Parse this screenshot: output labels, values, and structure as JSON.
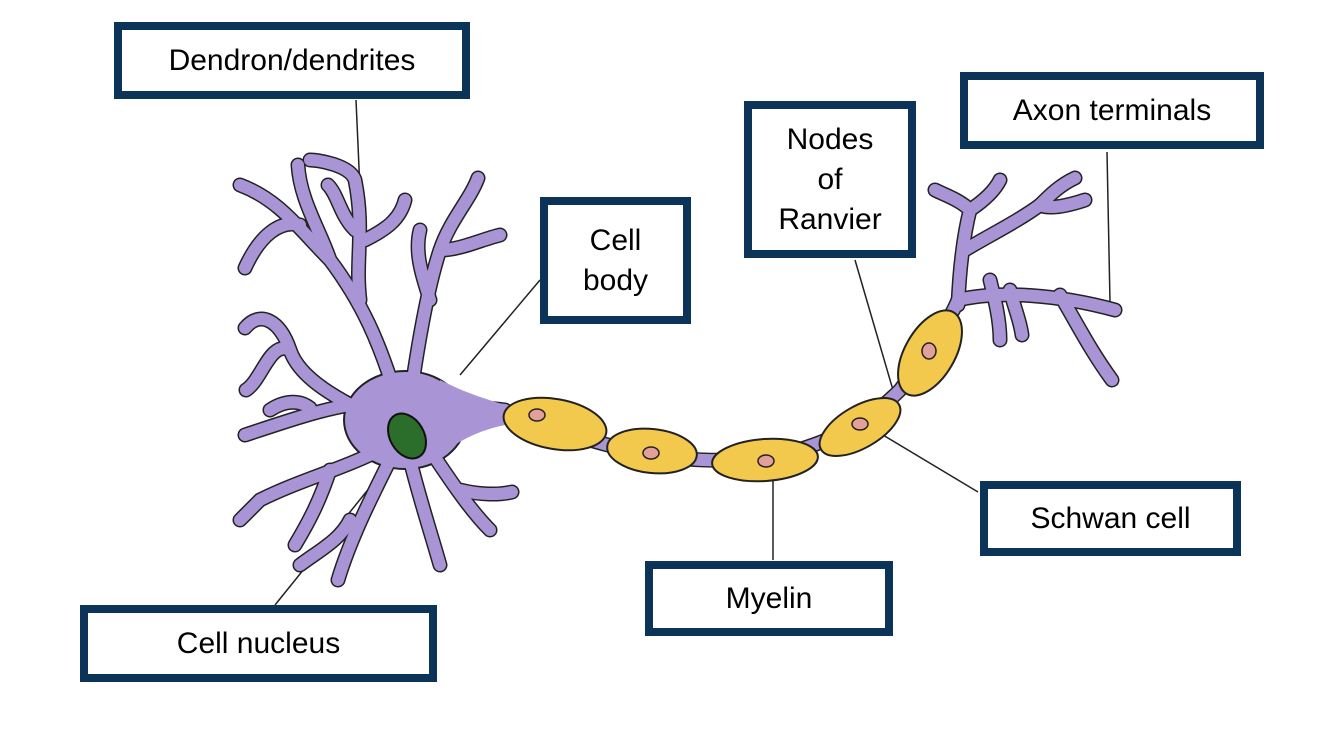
{
  "labels": {
    "dendrites": "Dendron/dendrites",
    "cell_body": "Cell\nbody",
    "nodes_of_ranvier": "Nodes\nof\nRanvier",
    "axon_terminals": "Axon terminals",
    "schwan_cell": "Schwan cell",
    "myelin": "Myelin",
    "cell_nucleus": "Cell nucleus"
  },
  "colors": {
    "label_border": "#0c3358",
    "neuron": "#a994d6",
    "myelin": "#f2c94c",
    "schwann_nucleus": "#e3a09a",
    "cell_nucleus": "#2b6e2b"
  }
}
